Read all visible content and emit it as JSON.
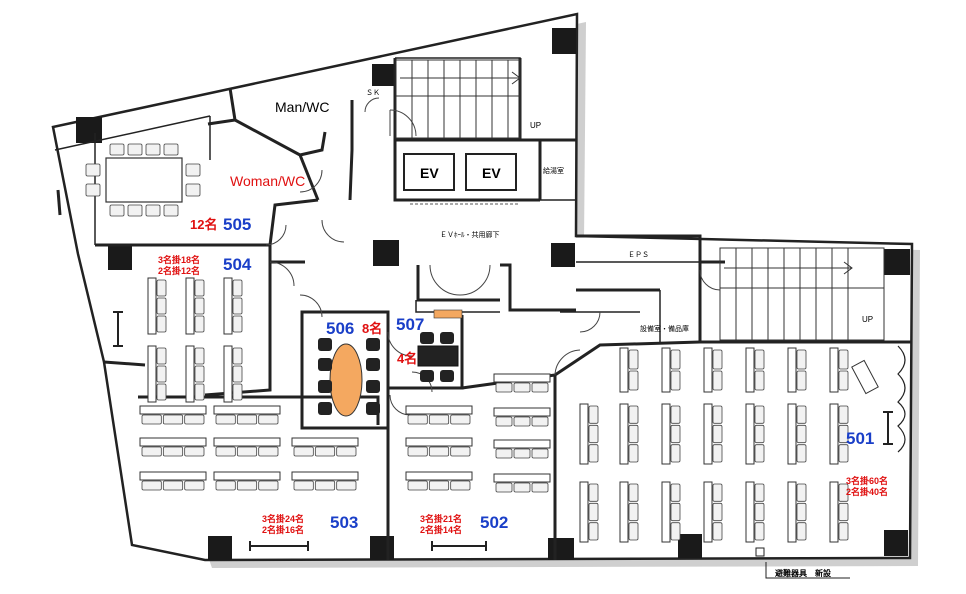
{
  "rooms": {
    "r501": {
      "number": "501",
      "cap1": "3名掛60名",
      "cap2": "2名掛40名"
    },
    "r502": {
      "number": "502",
      "cap1": "3名掛21名",
      "cap2": "2名掛14名"
    },
    "r503": {
      "number": "503",
      "cap1": "3名掛24名",
      "cap2": "2名掛16名"
    },
    "r504": {
      "number": "504",
      "cap1": "3名掛18名",
      "cap2": "2名掛12名"
    },
    "r505": {
      "number": "505",
      "cap": "12名"
    },
    "r506": {
      "number": "506",
      "cap": "8名"
    },
    "r507": {
      "number": "507",
      "cap": "4名"
    }
  },
  "facilities": {
    "man_wc": "Man/WC",
    "woman_wc": "Woman/WC",
    "sk": "ＳＫ",
    "up1": "UP",
    "up2": "UP",
    "ev1": "EV",
    "ev2": "EV",
    "kyuto": "給湯室",
    "eps": "ＥＰＳ",
    "ev_hall": "ＥＶﾎｰﾙ・共用廊下",
    "storage": "設備室・備品庫",
    "evac": "避難器具　新設"
  },
  "colors": {
    "room_number": "#1a3fc8",
    "capacity": "#e01010",
    "table_506": "#f4a860",
    "chair": "#222222"
  }
}
